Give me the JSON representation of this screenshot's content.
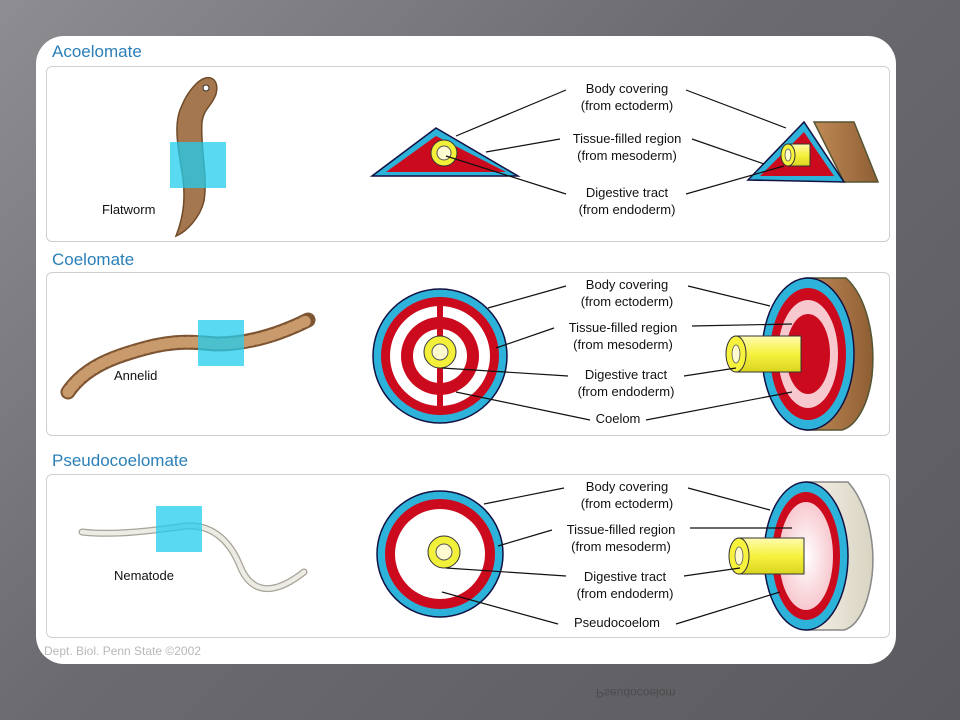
{
  "sections": {
    "acoelomate": {
      "title": "Acoelomate",
      "organism": "Flatworm",
      "labels": {
        "body_covering": "Body covering",
        "body_covering_src": "(from ectoderm)",
        "tissue": "Tissue-filled region",
        "tissue_src": "(from mesoderm)",
        "digestive": "Digestive tract",
        "digestive_src": "(from endoderm)"
      }
    },
    "coelomate": {
      "title": "Coelomate",
      "organism": "Annelid",
      "labels": {
        "body_covering": "Body covering",
        "body_covering_src": "(from ectoderm)",
        "tissue": "Tissue-filled region",
        "tissue_src": "(from mesoderm)",
        "digestive": "Digestive tract",
        "digestive_src": "(from endoderm)",
        "cavity": "Coelom"
      }
    },
    "pseudocoelomate": {
      "title": "Pseudocoelomate",
      "organism": "Nematode",
      "labels": {
        "body_covering": "Body covering",
        "body_covering_src": "(from ectoderm)",
        "tissue": "Tissue-filled region",
        "tissue_src": "(from mesoderm)",
        "digestive": "Digestive tract",
        "digestive_src": "(from endoderm)",
        "cavity": "Pseudocoelom"
      }
    }
  },
  "credit": "Dept. Biol. Penn State ©2002",
  "colors": {
    "ectoderm": "#2db3d9",
    "mesoderm": "#cc0a1e",
    "endoderm": "#f3f03a",
    "tissue_brown": "#a7744a",
    "title_blue": "#2b7fb8",
    "highlight": "#22ccee"
  }
}
